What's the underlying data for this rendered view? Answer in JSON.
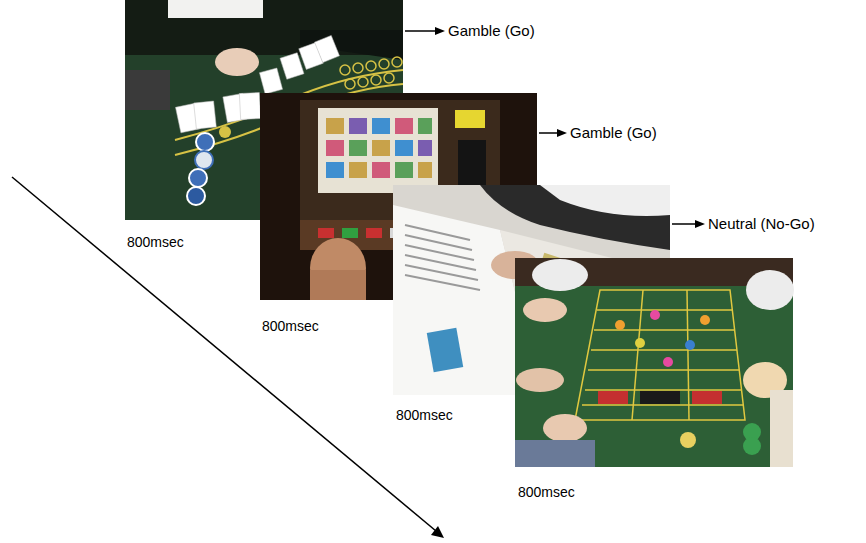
{
  "diagram": {
    "labels": [
      "Gamble (Go)",
      "Gamble (Go)",
      "Neutral (No-Go)",
      "800msec",
      "800msec",
      "800msec",
      "800msec"
    ]
  }
}
